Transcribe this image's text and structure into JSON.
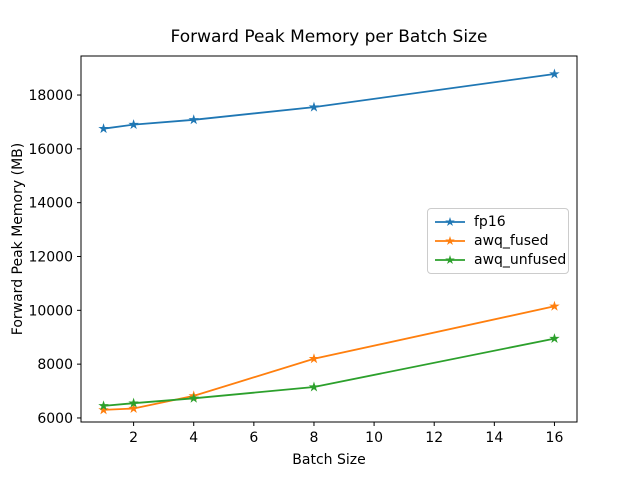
{
  "chart_data": {
    "type": "line",
    "title": "Forward Peak Memory per Batch Size",
    "xlabel": "Batch Size",
    "ylabel": "Forward Peak Memory (MB)",
    "x": [
      1,
      2,
      4,
      8,
      16
    ],
    "series": [
      {
        "name": "fp16",
        "color": "#1f77b4",
        "values": [
          16750,
          16900,
          17080,
          17550,
          18780
        ]
      },
      {
        "name": "awq_fused",
        "color": "#ff7f0e",
        "values": [
          6300,
          6350,
          6820,
          8200,
          10150
        ]
      },
      {
        "name": "awq_unfused",
        "color": "#2ca02c",
        "values": [
          6450,
          6550,
          6730,
          7150,
          8950
        ]
      }
    ],
    "xticks": [
      2,
      4,
      6,
      8,
      10,
      12,
      14,
      16
    ],
    "yticks": [
      6000,
      8000,
      10000,
      12000,
      14000,
      16000,
      18000
    ],
    "xlim": [
      0.25,
      16.75
    ],
    "ylim": [
      5850,
      19450
    ],
    "marker": "star",
    "grid": false,
    "legend_position": "center right",
    "axis_color": "#000000",
    "background": "#ffffff"
  }
}
